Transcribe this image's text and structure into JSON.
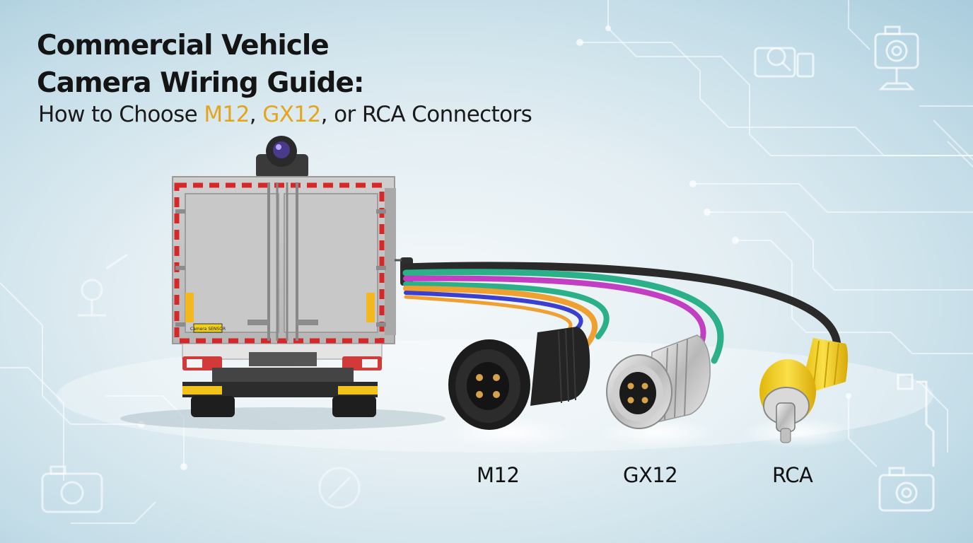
{
  "title": {
    "line1": "Commercial Vehicle",
    "line2": "Camera Wiring Guide:",
    "subtitle_before": "How to Choose ",
    "subtitle_m12": "M12",
    "subtitle_sep1": ", ",
    "subtitle_gx12": "GX12",
    "subtitle_after": ", or RCA Connectors"
  },
  "connectors": {
    "m12": "M12",
    "gx12": "GX12",
    "rca": "RCA"
  },
  "truck": {
    "plate_text": "Camera SENSOR"
  },
  "colors": {
    "highlight": "#e3a51c",
    "cable_black": "#2a2a2a",
    "cable_green": "#2bb08a",
    "cable_magenta": "#c23fc4",
    "cable_orange": "#f0a030",
    "cable_blue": "#3a3fd0",
    "rca_yellow": "#f2d01a"
  },
  "icons": [
    "camera-icon",
    "search-camera-icon",
    "security-camera-icon",
    "circuit-lines"
  ]
}
